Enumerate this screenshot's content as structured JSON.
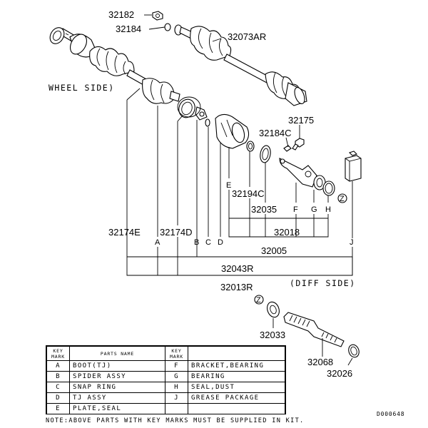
{
  "part_numbers": {
    "p32182": "32182",
    "p32184": "32184",
    "p32073AR": "32073AR",
    "p32175": "32175",
    "p32184C": "32184C",
    "p32194C": "32194C",
    "p32035": "32035",
    "p32018": "32018",
    "p32005": "32005",
    "p32174E": "32174E",
    "p32174D": "32174D",
    "p32043R": "32043R",
    "p32013R": "32013R",
    "p32033": "32033",
    "p32068": "32068",
    "p32026": "32026"
  },
  "side_labels": {
    "wheel": "WHEEL SIDE)",
    "diff": "(DIFF SIDE)"
  },
  "key_letters": {
    "A": "A",
    "B": "B",
    "C": "C",
    "D": "D",
    "E": "E",
    "F": "F",
    "G": "G",
    "H": "H",
    "J": "J",
    "Z": "Z"
  },
  "legend": {
    "key_header_line1": "KEY",
    "key_header_line2": "MARK",
    "name_header": "PARTS NAME",
    "rows": [
      {
        "key_left": "A",
        "name_left": "BOOT(TJ)",
        "key_right": "F",
        "name_right": "BRACKET,BEARING"
      },
      {
        "key_left": "B",
        "name_left": "SPIDER ASSY",
        "key_right": "G",
        "name_right": "BEARING"
      },
      {
        "key_left": "C",
        "name_left": "SNAP RING",
        "key_right": "H",
        "name_right": "SEAL,DUST"
      },
      {
        "key_left": "D",
        "name_left": "TJ ASSY",
        "key_right": "J",
        "name_right": "GREASE PACKAGE"
      },
      {
        "key_left": "E",
        "name_left": "PLATE,SEAL",
        "key_right": "",
        "name_right": ""
      }
    ]
  },
  "note": "NOTE:ABOVE PARTS WITH KEY MARKS MUST BE SUPPLIED IN KIT.",
  "diagram_id": "D000648"
}
